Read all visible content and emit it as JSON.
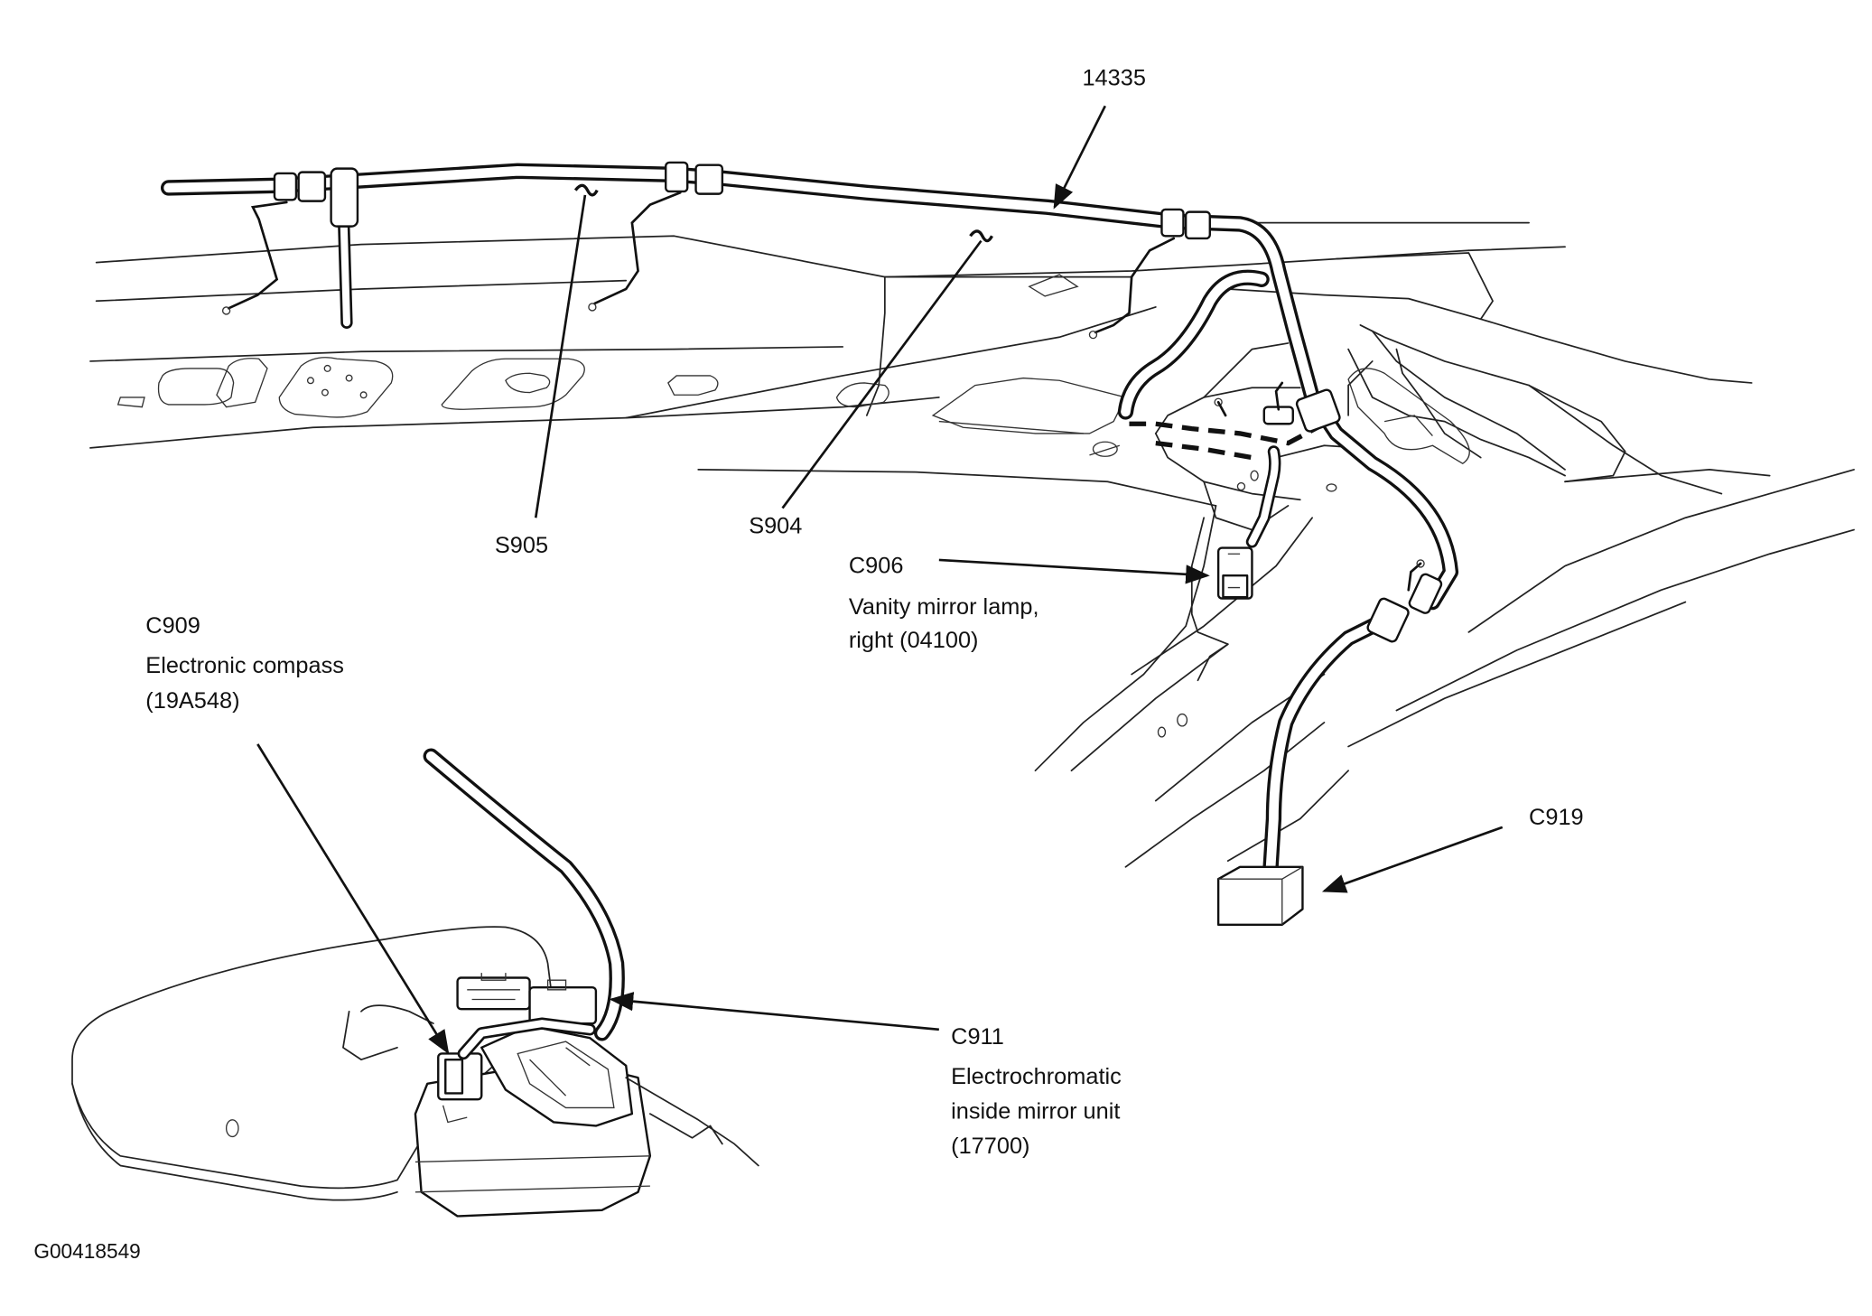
{
  "labels": {
    "harness": "14335",
    "splice_s905": "S905",
    "splice_s904": "S904",
    "c906_code": "C906",
    "c906_desc_line1": "Vanity mirror lamp,",
    "c906_desc_line2": "right (04100)",
    "c909_code": "C909",
    "c909_desc_line1": "Electronic compass",
    "c909_desc_line2": "(19A548)",
    "c919_code": "C919",
    "c911_code": "C911",
    "c911_desc_line1": "Electrochromatic",
    "c911_desc_line2": "inside mirror unit",
    "c911_desc_line3": "(17700)",
    "figure_id": "G00418549"
  }
}
